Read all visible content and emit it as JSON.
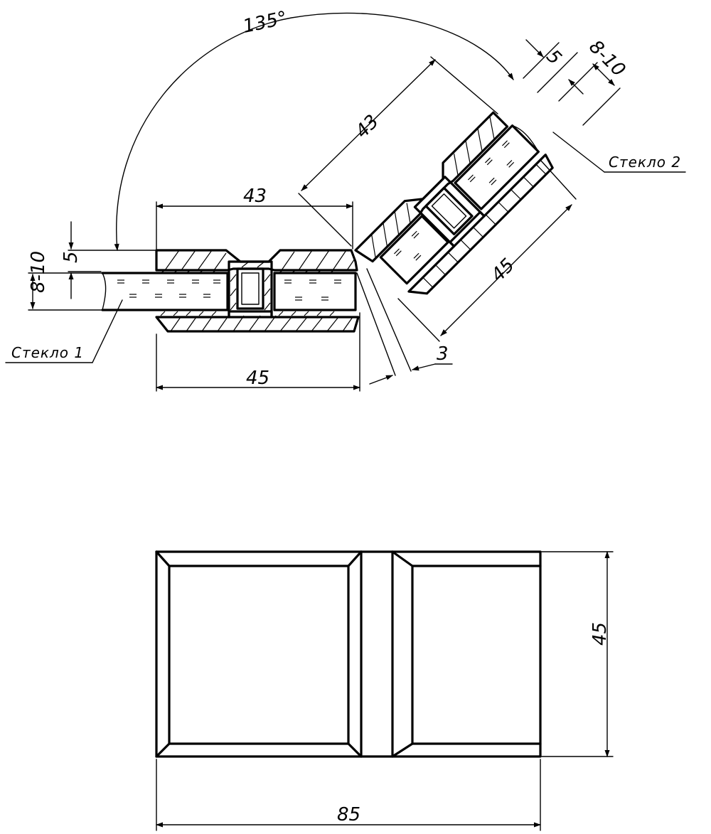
{
  "drawing": {
    "angle_label": "135°",
    "glass_1_label": "Стекло  1",
    "glass_2_label": "Стекло  2",
    "dims": {
      "top_plate_length": "43",
      "angled_plate_length": "43",
      "bottom_plate_length": "45",
      "angled_bottom_length": "45",
      "plate_thickness_left": "5",
      "plate_thickness_right": "5",
      "glass_thickness_left": "8-10",
      "glass_thickness_right": "8-10",
      "gap": "3",
      "front_width": "85",
      "front_height": "45"
    }
  }
}
